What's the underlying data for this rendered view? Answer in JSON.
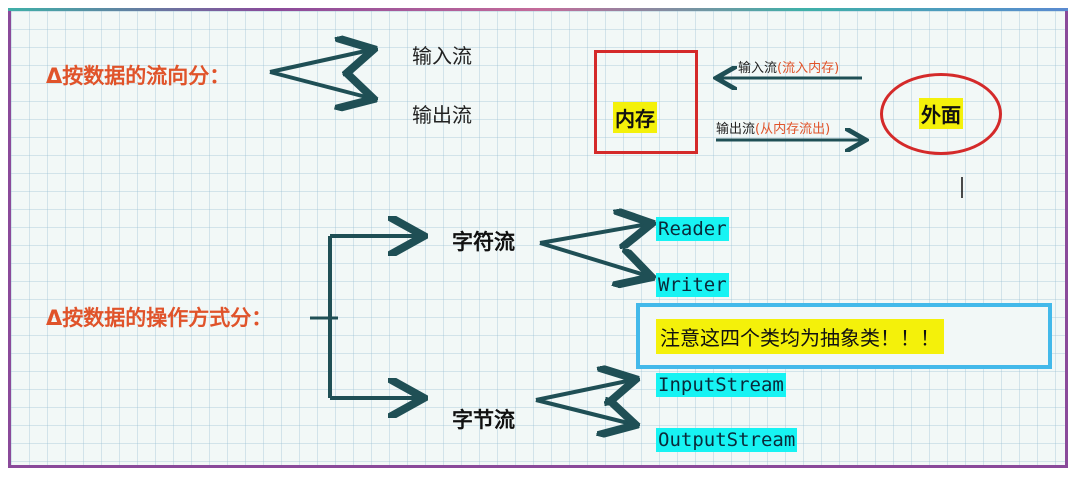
{
  "flow_direction": {
    "heading": "Δ按数据的流向分：",
    "input": "输入流",
    "output": "输出流"
  },
  "memory_diagram": {
    "memory_label": "内存",
    "outside_label": "外面",
    "input_arrow_label": "输入流",
    "input_arrow_note": "(流入内存)",
    "output_arrow_label": "输出流",
    "output_arrow_note": "(从内存流出)"
  },
  "operation": {
    "heading": "Δ按数据的操作方式分：",
    "char_stream": {
      "label": "字符流",
      "classes": [
        "Reader",
        "Writer"
      ]
    },
    "byte_stream": {
      "label": "字节流",
      "classes": [
        "InputStream",
        "OutputStream"
      ]
    }
  },
  "note": "注意这四个类均为抽象类！！！",
  "colors": {
    "heading": "#e0532a",
    "arrow": "#1f4f55",
    "highlight_cyan": "#17f3f3",
    "highlight_yellow": "#f4f10a",
    "box_red": "#d42a2a",
    "note_border": "#43b9ea"
  }
}
